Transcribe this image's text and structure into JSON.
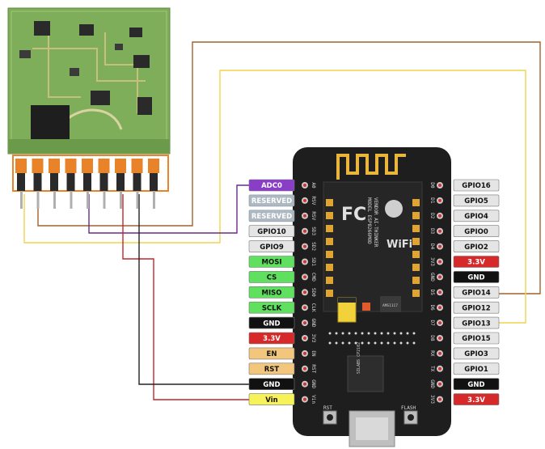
{
  "colors": {
    "pcb_green": "#7fae5a",
    "pcb_dark": "#1e1e1e",
    "header_orange": "#e8832a",
    "wire_brown": "#a0622c",
    "wire_yellow": "#f0d450",
    "wire_red": "#c0272d",
    "wire_black": "#222222",
    "wire_purple": "#6a2b8a"
  },
  "left_labels": [
    {
      "text": "ADC0",
      "bg": "#8a3ec8",
      "fg": "#ffffff"
    },
    {
      "text": "RESERVED",
      "bg": "#aeb8c2",
      "fg": "#ffffff"
    },
    {
      "text": "RESERVED",
      "bg": "#aeb8c2",
      "fg": "#ffffff"
    },
    {
      "text": "GPIO10",
      "bg": "#e5e5e5",
      "fg": "#111111"
    },
    {
      "text": "GPIO9",
      "bg": "#e5e5e5",
      "fg": "#111111"
    },
    {
      "text": "MOSI",
      "bg": "#5fe05f",
      "fg": "#111111"
    },
    {
      "text": "CS",
      "bg": "#5fe05f",
      "fg": "#111111"
    },
    {
      "text": "MISO",
      "bg": "#5fe05f",
      "fg": "#111111"
    },
    {
      "text": "SCLK",
      "bg": "#5fe05f",
      "fg": "#111111"
    },
    {
      "text": "GND",
      "bg": "#111111",
      "fg": "#ffffff"
    },
    {
      "text": "3.3V",
      "bg": "#d62a2a",
      "fg": "#ffffff"
    },
    {
      "text": "EN",
      "bg": "#f2c77d",
      "fg": "#111111"
    },
    {
      "text": "RST",
      "bg": "#f2c77d",
      "fg": "#111111"
    },
    {
      "text": "GND",
      "bg": "#111111",
      "fg": "#ffffff"
    },
    {
      "text": "Vin",
      "bg": "#f7f25a",
      "fg": "#111111"
    }
  ],
  "right_labels": [
    {
      "text": "GPIO16",
      "bg": "#e5e5e5",
      "fg": "#111111"
    },
    {
      "text": "GPIO5",
      "bg": "#e5e5e5",
      "fg": "#111111"
    },
    {
      "text": "GPIO4",
      "bg": "#e5e5e5",
      "fg": "#111111"
    },
    {
      "text": "GPIO0",
      "bg": "#e5e5e5",
      "fg": "#111111"
    },
    {
      "text": "GPIO2",
      "bg": "#e5e5e5",
      "fg": "#111111"
    },
    {
      "text": "3.3V",
      "bg": "#d62a2a",
      "fg": "#ffffff"
    },
    {
      "text": "GND",
      "bg": "#111111",
      "fg": "#ffffff"
    },
    {
      "text": "GPIO14",
      "bg": "#e5e5e5",
      "fg": "#111111"
    },
    {
      "text": "GPIO12",
      "bg": "#e5e5e5",
      "fg": "#111111"
    },
    {
      "text": "GPIO13",
      "bg": "#e5e5e5",
      "fg": "#111111"
    },
    {
      "text": "GPIO15",
      "bg": "#e5e5e5",
      "fg": "#111111"
    },
    {
      "text": "GPIO3",
      "bg": "#e5e5e5",
      "fg": "#111111"
    },
    {
      "text": "GPIO1",
      "bg": "#e5e5e5",
      "fg": "#111111"
    },
    {
      "text": "GND",
      "bg": "#111111",
      "fg": "#ffffff"
    },
    {
      "text": "3.3V",
      "bg": "#d62a2a",
      "fg": "#ffffff"
    }
  ],
  "silk_left": [
    "A0",
    "RSV",
    "RSV",
    "SD3",
    "SD2",
    "SD1",
    "CMD",
    "SD0",
    "CLK",
    "GND",
    "3V3",
    "EN",
    "RST",
    "GND",
    "Vin"
  ],
  "silk_right": [
    "D0",
    "D1",
    "D2",
    "D3",
    "D4",
    "3V3",
    "GND",
    "D5",
    "D6",
    "D7",
    "D8",
    "RX",
    "TX",
    "GND",
    "3V3"
  ],
  "board": {
    "fcc_mark": "FC",
    "wifi_mark": "WiFi",
    "module_model_text": "MODEL ESP8266MOD",
    "module_vendor_text": "VENDOR AI-THINKER",
    "chip_text": "SILABS CP2102",
    "rst_label": "RST",
    "flash_label": "FLASH",
    "regulator_text": "AMS1117"
  }
}
